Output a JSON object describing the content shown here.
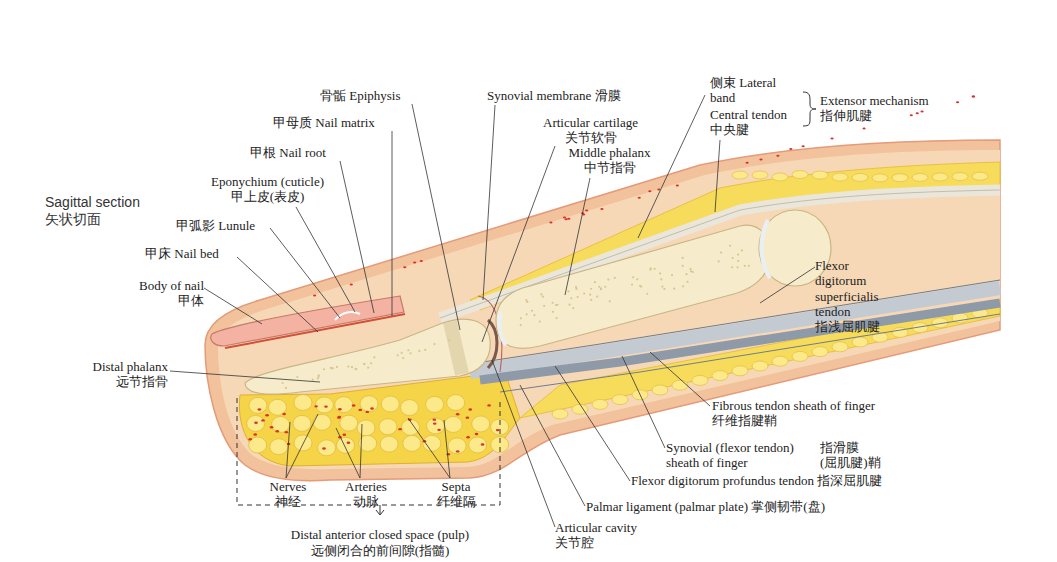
{
  "diagram": {
    "labels": [
      "Sagittal section 矢状切面",
      "骨骺 Epiphysis",
      "甲母质 Nail matrix",
      "甲根 Nail root",
      "Eponychium (cuticle) 甲上皮(表皮)",
      "甲弧影 Lunule",
      "甲床 Nail bed",
      "Body of nail 甲体",
      "Distal phalanx 远节指骨",
      "Synovial membrane 滑膜",
      "Articular cartilage 关节软骨",
      "Middle phalanx 中节指骨",
      "侧束 Lateral band",
      "Central tendon 中央腱",
      "Extensor mechanism 指伸肌腱",
      "Flexor digitorum superficialis tendon 指浅屈肌腱",
      "Fibrous tendon sheath of finger 纤维指腱鞘",
      "Synovial (flexor tendon) sheath of finger",
      "指滑膜(屈肌腱)鞘",
      "Flexor digitorum profundus tendon 指深屈肌腱",
      "Palmar ligament (palmar plate) 掌侧韧带(盘)",
      "Articular cavity 关节腔",
      "Nerves 神经",
      "Arteries 动脉",
      "Septa 纤维隔",
      "Distal anterior closed space (pulp) 远侧闭合的前间隙(指髓)"
    ]
  }
}
